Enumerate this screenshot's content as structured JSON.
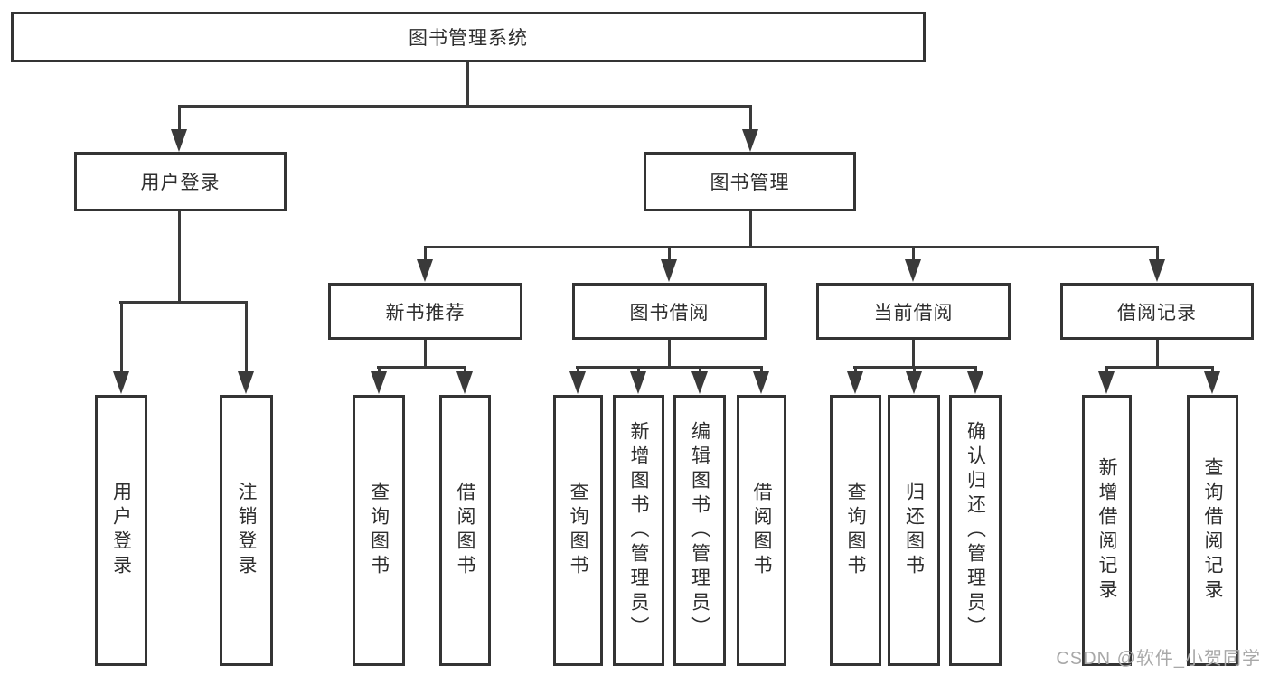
{
  "nodes": {
    "root": "图书管理系统",
    "level2": [
      "用户登录",
      "图书管理"
    ],
    "level3": [
      "新书推荐",
      "图书借阅",
      "当前借阅",
      "借阅记录"
    ],
    "leaves_user_login": [
      "用户登录",
      "注销登录"
    ],
    "leaves_new_book": [
      "查询图书",
      "借阅图书"
    ],
    "leaves_book_borrow": [
      "查询图书",
      "新增图书（管理员）",
      "编辑图书（管理员）",
      "借阅图书"
    ],
    "leaves_current_borrow": [
      "查询图书",
      "归还图书",
      "确认归还（管理员）"
    ],
    "leaves_borrow_record": [
      "新增借阅记录",
      "查询借阅记录"
    ]
  },
  "watermark": "CSDN @软件_小贺同学",
  "colors": {
    "line": "#3a3a3a",
    "border": "#343434",
    "text": "#2e2e2e",
    "watermark": "#a8a8a8",
    "background": "#ffffff"
  }
}
